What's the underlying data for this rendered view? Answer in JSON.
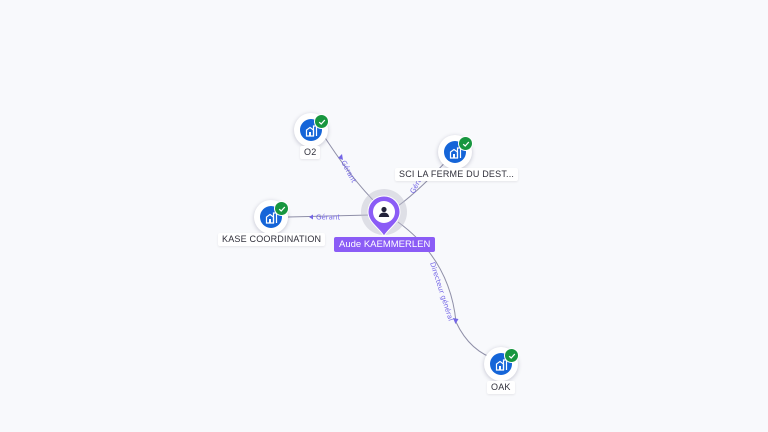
{
  "person": {
    "name": "Aude KAEMMERLEN",
    "icon": "user-icon",
    "color": "#8b5cf6"
  },
  "companies": [
    {
      "name": "O2",
      "icon": "building-icon",
      "status": "verified-check-icon"
    },
    {
      "name": "SCI LA FERME DU DEST...",
      "icon": "building-icon",
      "status": "verified-check-icon"
    },
    {
      "name": "KASE COORDINATION",
      "icon": "building-icon",
      "status": "verified-check-icon"
    },
    {
      "name": "OAK",
      "icon": "building-icon",
      "status": "verified-check-icon"
    }
  ],
  "relations": [
    {
      "company": "O2",
      "label": "Gérant"
    },
    {
      "company": "SCI LA FERME DU DEST...",
      "label": "Gérant"
    },
    {
      "company": "KASE COORDINATION",
      "label": "Gérant"
    },
    {
      "company": "OAK",
      "label": "Directeur général"
    }
  ],
  "colors": {
    "company": "#1565d8",
    "check": "#17963f",
    "relation_label": "#7466e6",
    "edge": "#8f8fa8"
  }
}
